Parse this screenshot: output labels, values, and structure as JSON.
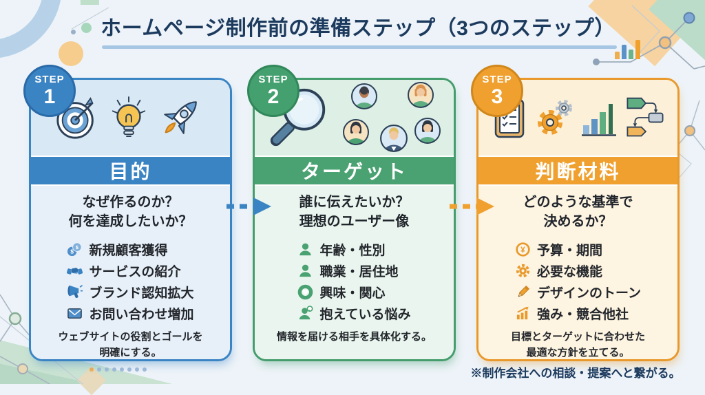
{
  "title": "ホームページ制作前の準備ステップ（3つのステップ）",
  "footnote": "※制作会社への相談・提案へと繋がる。",
  "colors": {
    "blue": "#3b84c4",
    "green": "#4aa171",
    "orange": "#f0a02e",
    "navy": "#1c3a5e",
    "background": "#edf3f8"
  },
  "glyphs": {
    "dollar": "$",
    "yen": "¥"
  },
  "cards": [
    {
      "step_label": "STEP",
      "step_number": "1",
      "title": "目的",
      "question_line1": "なぜ作るのか？",
      "question_line2": "何を達成したいか？",
      "illustrations": [
        "target-icon",
        "lightbulb-icon",
        "rocket-icon"
      ],
      "items": [
        {
          "icon": "coins-icon",
          "label": "新規顧客獲得"
        },
        {
          "icon": "handshake-icon",
          "label": "サービスの紹介"
        },
        {
          "icon": "megaphone-icon",
          "label": "ブランド認知拡大"
        },
        {
          "icon": "mail-icon",
          "label": "お問い合わせ増加"
        }
      ],
      "summary_line1": "ウェブサイトの役割とゴールを",
      "summary_line2": "明確にする。"
    },
    {
      "step_label": "STEP",
      "step_number": "2",
      "title": "ターゲット",
      "question_line1": "誰に伝えたいか？",
      "question_line2": "理想のユーザー像",
      "illustrations": [
        "magnifier-icon",
        "user-group-icon"
      ],
      "items": [
        {
          "icon": "person-icon",
          "label": "年齢・性別"
        },
        {
          "icon": "person-icon",
          "label": "職業・居住地"
        },
        {
          "icon": "interest-ring-icon",
          "label": "興味・関心"
        },
        {
          "icon": "worry-person-icon",
          "label": "抱えている悩み"
        }
      ],
      "summary_line1": "情報を届ける相手を具体化する。",
      "summary_line2": ""
    },
    {
      "step_label": "STEP",
      "step_number": "3",
      "title": "判断材料",
      "question_line1": "どのような基準で",
      "question_line2": "決めるか？",
      "illustrations": [
        "checklist-icon",
        "gears-icon",
        "bar-chart-icon",
        "flowchart-icon"
      ],
      "items": [
        {
          "icon": "yen-coin-icon",
          "label": "予算・期間"
        },
        {
          "icon": "gear-icon",
          "label": "必要な機能"
        },
        {
          "icon": "pencil-icon",
          "label": "デザインのトーン"
        },
        {
          "icon": "growth-chart-icon",
          "label": "強み・競合他社"
        }
      ],
      "summary_line1": "目標とターゲットに合わせた",
      "summary_line2": "最適な方針を立てる。"
    }
  ]
}
